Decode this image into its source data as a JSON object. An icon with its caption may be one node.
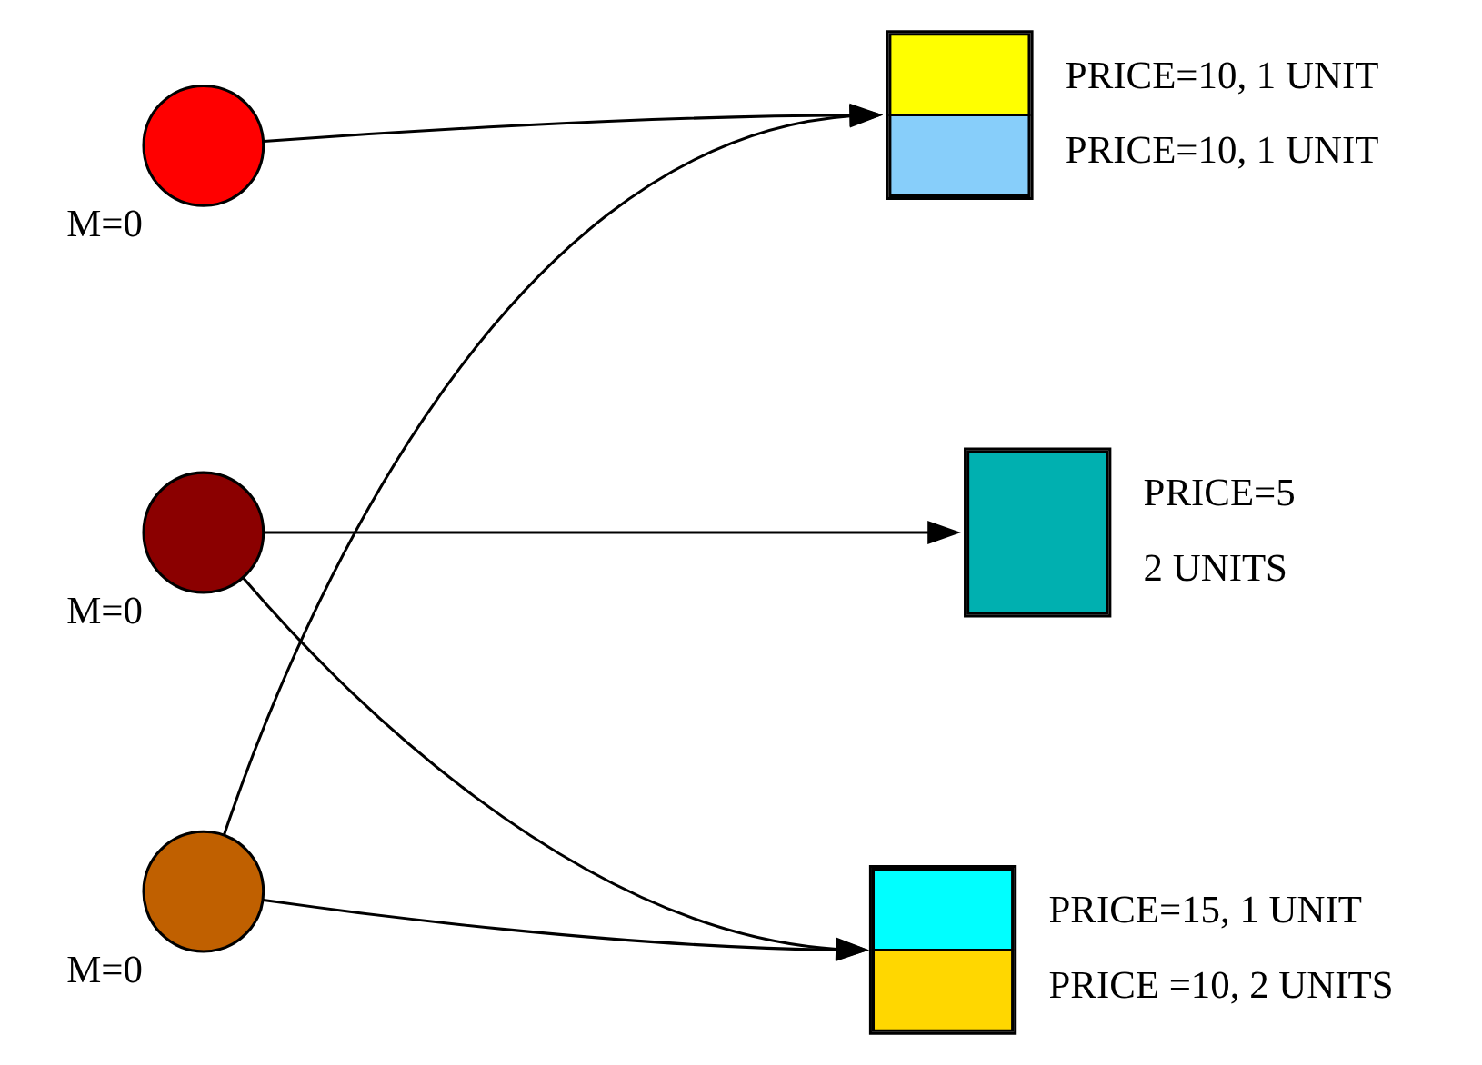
{
  "diagram": {
    "nodes": [
      {
        "text": [],
        "shape": "circle",
        "beside": [
          "M=0"
        ]
      },
      {
        "text": [],
        "shape": "circle",
        "beside": [
          "M=0"
        ]
      },
      {
        "text": [],
        "shape": "circle",
        "beside": [
          "M=0"
        ]
      },
      {
        "text": [],
        "shape": "box",
        "beside": [
          "PRICE=10, 1 UNIT",
          "PRICE=10, 1 UNIT"
        ]
      },
      {
        "text": [],
        "shape": "box",
        "beside": [
          "PRICE=5",
          "2 UNITS"
        ]
      },
      {
        "text": [],
        "shape": "box",
        "beside": [
          "PRICE=15, 1 UNIT",
          "PRICE =10, 2 UNITS"
        ]
      }
    ],
    "edges": [
      {
        "from": 0,
        "to": 3,
        "arrow": "to"
      },
      {
        "from": 2,
        "to": 3,
        "arrow": "to"
      },
      {
        "from": 1,
        "to": 4,
        "arrow": "to"
      },
      {
        "from": 1,
        "to": 5,
        "arrow": "to"
      },
      {
        "from": 2,
        "to": 5,
        "arrow": "to"
      }
    ]
  }
}
